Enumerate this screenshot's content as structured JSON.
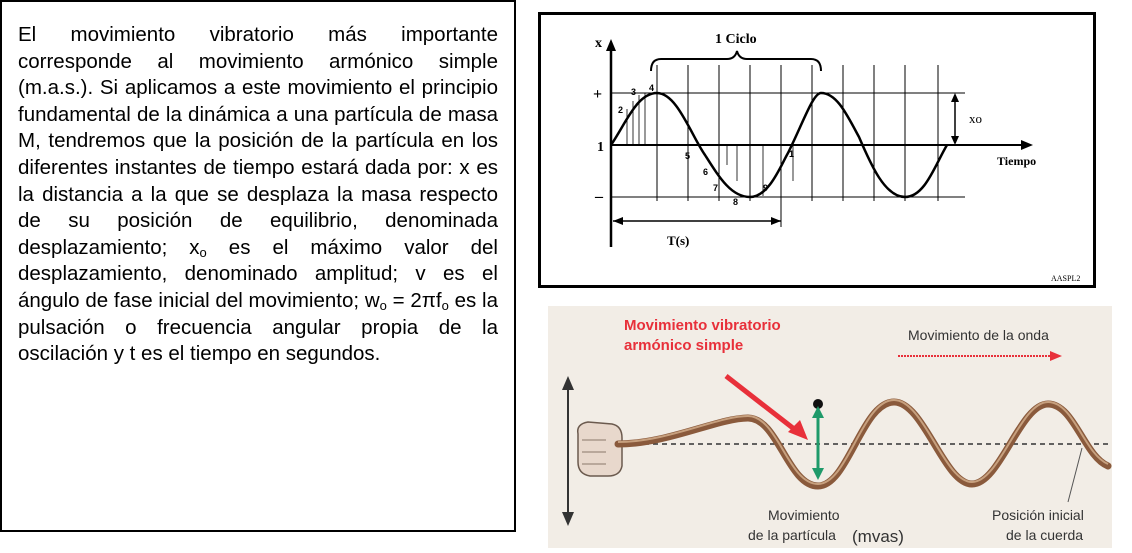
{
  "paragraph": {
    "s1": "El movimiento vibratorio más importante corresponde al movimiento armónico simple (m.a.s.). Si aplicamos a este movimiento el principio fundamental de la dinámica a una partícula de masa M, tendremos que la posición de la partícula en los diferentes instantes de tiempo estará dada por: x es la distancia a la que se desplaza la masa respecto de su posición de equilibrio, denominada desplazamiento; x",
    "sub_o_1": "o",
    "s2": " es el máximo valor del desplazamiento, denominado amplitud; v es el ángulo de fase inicial del movimiento; w",
    "sub_o_2": "o",
    "s3": " = 2πf",
    "sub_o_3": "o",
    "s4": " es la pulsación o frecuencia angular propia de la oscilación y t es el tiempo en segundos."
  },
  "graph": {
    "y_axis_label": "x",
    "cycle_label": "1 Ciclo",
    "plus_label": "+",
    "one_label": "1",
    "minus_label": "–",
    "amplitude_label": "xo",
    "time_label": "Tiempo",
    "period_label": "T(s)",
    "watermark": "AASPL2",
    "point_numbers": [
      "2",
      "3",
      "4",
      "5",
      "6",
      "7",
      "8",
      "9",
      "1"
    ]
  },
  "wave_image": {
    "title_line1": "Movimiento vibratorio",
    "title_line2": "armónico simple",
    "wave_direction_label": "Movimiento de la onda",
    "particle_label_line1": "Movimiento",
    "particle_label_line2": "de la partícula",
    "mvas_label": "(mvas)",
    "rest_label_line1": "Posición inicial",
    "rest_label_line2": "de la cuerda",
    "colors": {
      "red": "#e8303a",
      "green": "#1f9a6a",
      "rope": "#8a5a3c",
      "bg": "#f2ede6"
    }
  }
}
